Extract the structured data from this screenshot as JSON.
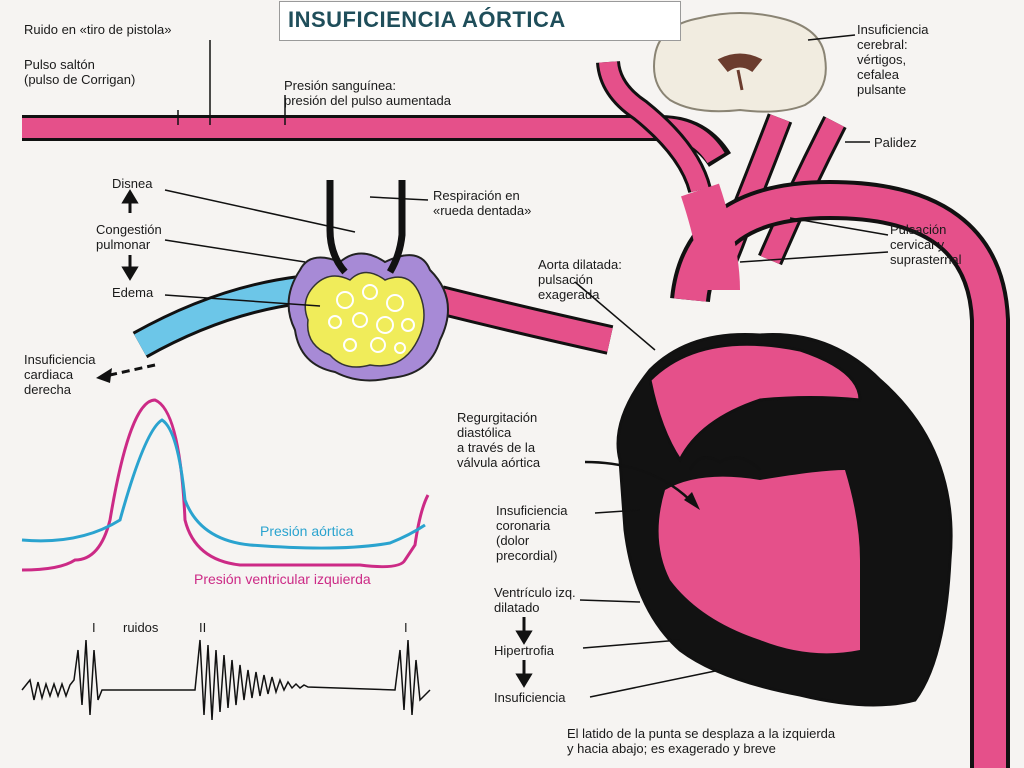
{
  "title": "INSUFICIENCIA AÓRTICA",
  "labels": {
    "ruido": "Ruido en «tiro de pistola»",
    "pulso": "Pulso saltón\n(pulso de Corrigan)",
    "presion": "Presión sanguínea:\npresión del pulso aumentada",
    "cerebral": "Insuficiencia\ncerebral:\nvértigos,\ncefalea\npulsante",
    "palidez": "Palidez",
    "disnea": "Disnea",
    "congestion": "Congestión\npulmonar",
    "edema": "Edema",
    "respiracion": "Respiración en\n«rueda dentada»",
    "pulsacion": "Pulsación\ncervical y\nsuprasternal",
    "aorta": "Aorta dilatada:\npulsación\nexagerada",
    "ic_derecha": "Insuficiencia\ncardiaca\nderecha",
    "regurgitacion": "Regurgitación\ndiastólica\na través de la\nválvula aórtica",
    "coronaria": "Insuficiencia\ncoronaria\n(dolor\nprecordial)",
    "ventriculo": "Ventrículo izq.\ndilatado",
    "hipertrofia": "Hipertrofia",
    "insuficiencia": "Insuficiencia",
    "latido": "El latido de la punta se desplaza a la izquierda\ny hacia abajo; es exagerado y breve",
    "presion_aortica": "Presión aórtica",
    "presion_ventricular": "Presión ventricular izquierda",
    "ruidos": "ruidos",
    "sound_i_1": "I",
    "sound_ii": "II",
    "sound_i_2": "I"
  },
  "colors": {
    "vessel": "#e5508a",
    "vessel_dark": "#111111",
    "ventricle_wall": "#121212",
    "lung_blue": "#6cc6e8",
    "lung_purple": "#a78ad6",
    "alveoli_yellow": "#f0ec5a",
    "aortic_pressure": "#2aa3cf",
    "ventricular_pressure": "#cc2a86",
    "title_color": "#1f4e5a",
    "brain": "#f1ece0"
  }
}
